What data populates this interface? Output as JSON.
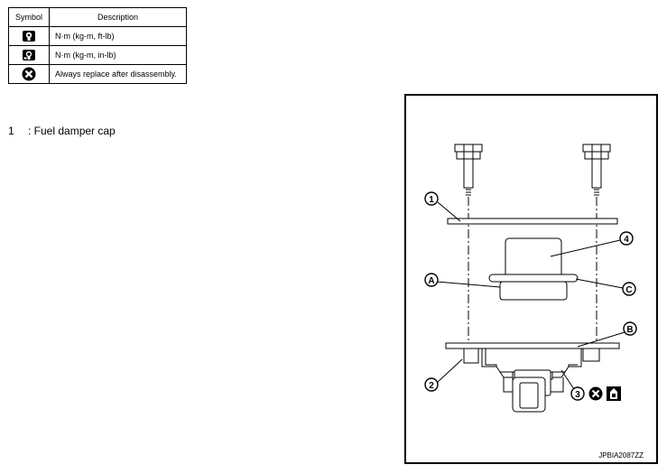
{
  "legend": {
    "header_symbol": "Symbol",
    "header_description": "Description",
    "rows": [
      {
        "icon": "torque-wrench-icon",
        "description": "N·m (kg-m, ft-lb)"
      },
      {
        "icon": "torque-wrench-small-icon",
        "description": "N·m (kg-m, in-lb)"
      },
      {
        "icon": "always-replace-icon",
        "description": "Always replace after disassembly."
      }
    ]
  },
  "parts": [
    {
      "number": "1",
      "name": ": Fuel damper cap"
    }
  ],
  "diagram": {
    "callouts": {
      "n1": "1",
      "n2": "2",
      "n3": "3",
      "n4": "4",
      "A": "A",
      "B": "B",
      "C": "C"
    },
    "code": "JPBIA2087ZZ"
  }
}
